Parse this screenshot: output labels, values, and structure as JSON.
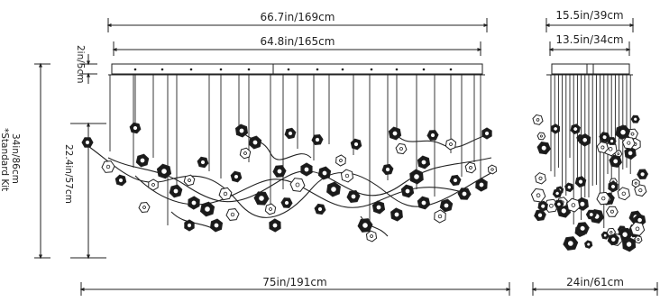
{
  "dimensions": {
    "overall_canopy_width": "66.7in/169cm",
    "canopy_bar_width": "64.8in/165cm",
    "canopy_height": "2in/5cm",
    "total_drop_height": "34in/86cm",
    "total_drop_note": "*Standard Kit",
    "cluster_height": "22.4in/57cm",
    "fixture_total_width": "75in/191cm",
    "side_overall_depth": "15.5in/39cm",
    "side_canopy_depth": "13.5in/34cm",
    "side_fixture_depth": "24in/61cm"
  },
  "colors": {
    "line": "#222222",
    "blossom": "#1a1a1a"
  }
}
